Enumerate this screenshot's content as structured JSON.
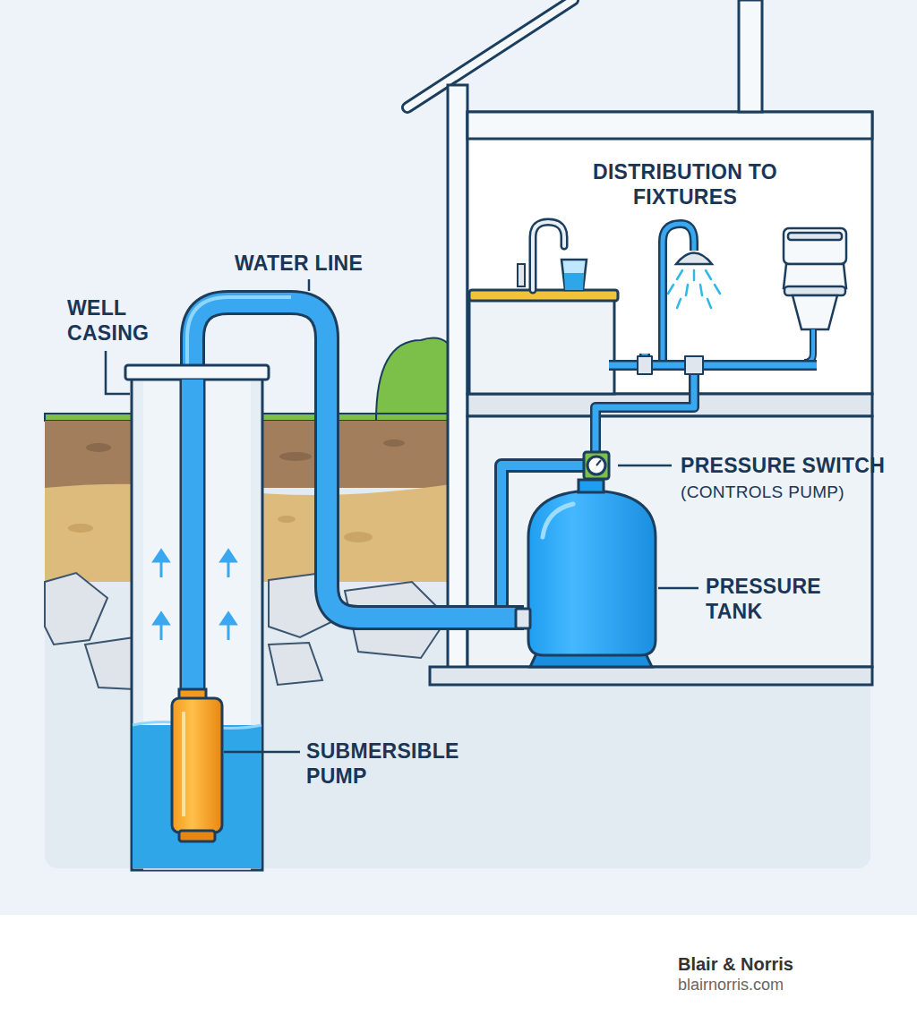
{
  "diagram": {
    "labels": [
      "DISTRIBUTION TO FIXTURES",
      "WATER LINE",
      "WELL CASING",
      "PRESSURE SWITCH",
      "(CONTROLS PUMP)",
      "PRESSURE TANK",
      "SUBMERSIBLE PUMP",
      "Blair & Norris",
      "blairnorris.com"
    ]
  }
}
